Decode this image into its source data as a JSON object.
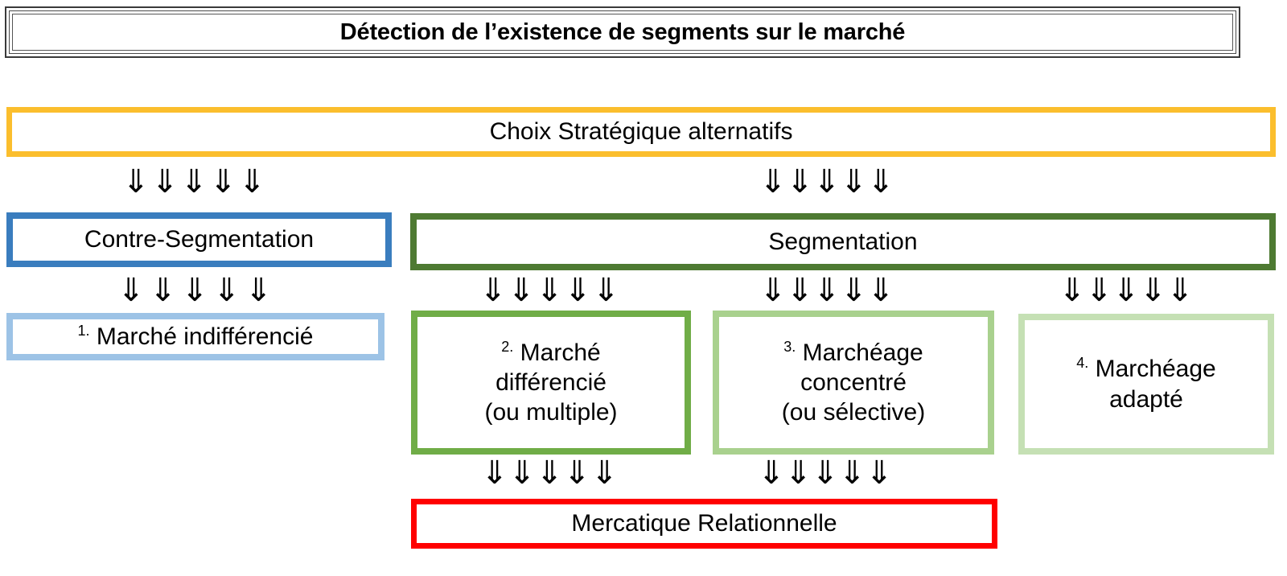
{
  "title": {
    "text": "Détection de l’existence de segments sur le marché"
  },
  "boxes": {
    "strategique": {
      "label": "Choix Stratégique alternatifs",
      "color": "#FBBE2D"
    },
    "contre_segmentation": {
      "label": "Contre-Segmentation",
      "color": "#3A7DBE"
    },
    "segmentation": {
      "label": "Segmentation",
      "color": "#4E7A32"
    },
    "marche_indifferencie": {
      "number": "1.",
      "label": "Marché indifférencié",
      "color": "#9DC3E6"
    },
    "marche_differencie": {
      "number": "2.",
      "line1": "Marché",
      "line2": "différencié",
      "line3": "(ou multiple)",
      "color": "#70AD47"
    },
    "marcheage_concentre": {
      "number": "3.",
      "line1": "Marchéage",
      "line2": "concentré",
      "line3": "(ou sélective)",
      "color": "#A9D18E"
    },
    "marcheage_adapte": {
      "number": "4.",
      "line1": "Marchéage",
      "line2": "adapté",
      "color": "#C5E0B4"
    },
    "mercatique_relationnelle": {
      "label": "Mercatique Relationnelle",
      "color": "#FF0000"
    }
  },
  "arrows": {
    "glyph": "⇓",
    "count": 5,
    "groups": [
      {
        "name": "strategique-to-contre-segmentation"
      },
      {
        "name": "strategique-to-segmentation"
      },
      {
        "name": "contre-segmentation-to-marche-indifferencie"
      },
      {
        "name": "segmentation-to-marche-differencie"
      },
      {
        "name": "segmentation-to-marcheage-concentre"
      },
      {
        "name": "segmentation-to-marcheage-adapte"
      },
      {
        "name": "marche-differencie-to-mercatique"
      },
      {
        "name": "marcheage-concentre-to-mercatique"
      }
    ]
  }
}
